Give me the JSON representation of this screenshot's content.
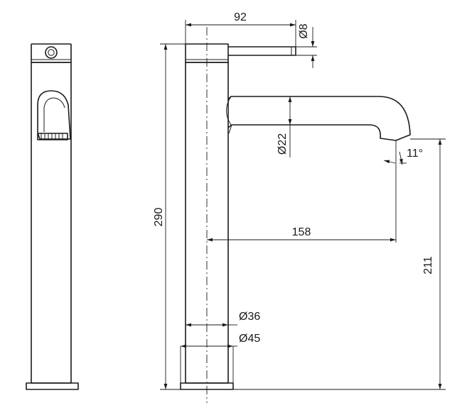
{
  "dimensions": {
    "width_92": "92",
    "dia_8": "Ø8",
    "dia_22": "Ø22",
    "angle_11": "11°",
    "height_290": "290",
    "reach_158": "158",
    "height_211": "211",
    "dia_36": "Ø36",
    "dia_45": "Ø45"
  }
}
